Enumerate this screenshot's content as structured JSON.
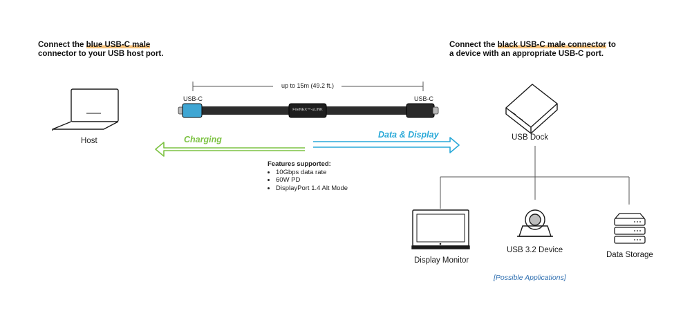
{
  "left_instruction": {
    "prefix": "Connect the ",
    "highlight": "blue USB-C male",
    "rest": "connector to your USB host port."
  },
  "right_instruction": {
    "prefix": "Connect the ",
    "highlight": "black USB-C male connector",
    "suffix": " to",
    "rest": "a device with an appropriate USB-C port."
  },
  "host_label": "Host",
  "cable": {
    "length_label": "up to 15m (49.2 ft.)",
    "left_connector": "USB-C",
    "right_connector": "USB-C",
    "brand": "FireNEX™-uLINK"
  },
  "charging_label": "Charging",
  "data_display_label": "Data & Display",
  "features": {
    "title": "Features supported:",
    "items": [
      "10Gbps data rate",
      "60W PD",
      "DisplayPort 1.4 Alt Mode"
    ]
  },
  "dock_label": "USB Dock",
  "devices": {
    "monitor": "Display Monitor",
    "usb_device": "USB 3.2 Device",
    "storage": "Data Storage"
  },
  "possible_applications": "[Possible Applications]",
  "colors": {
    "charging": "#7cc242",
    "data": "#29a9d8",
    "highlight": "#f7c27c",
    "blue_connector": "#3fa6d3",
    "link": "#2f6fb0"
  }
}
